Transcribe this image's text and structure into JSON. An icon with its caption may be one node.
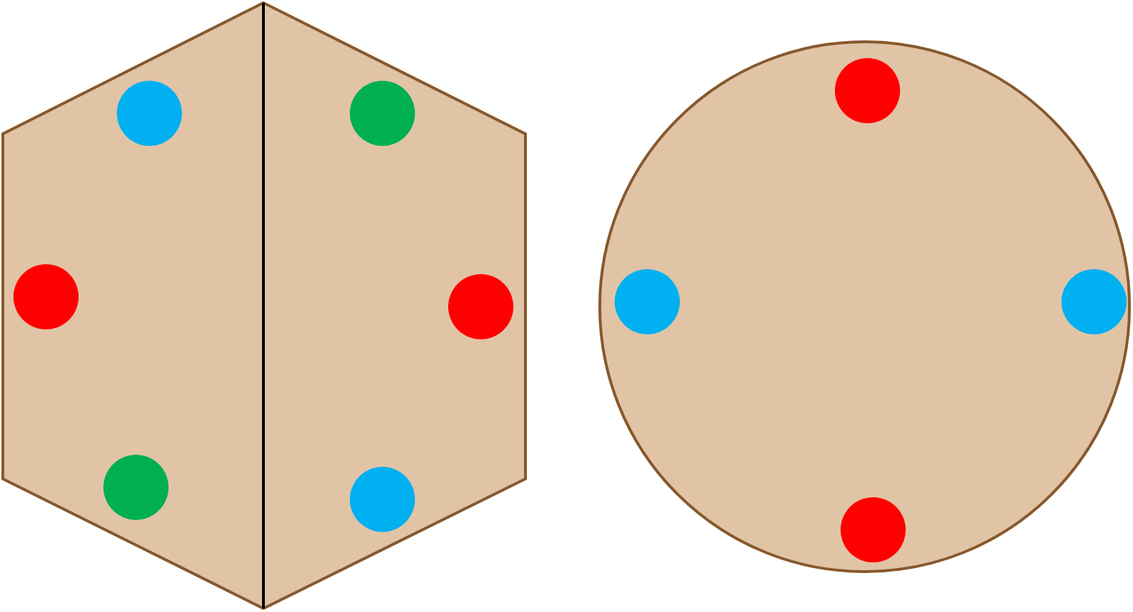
{
  "diagram": {
    "nodes": [
      {
        "text": [],
        "shape": "hexagon"
      },
      {
        "text": [],
        "shape": "circle",
        "in": 0
      },
      {
        "text": [],
        "shape": "circle",
        "in": 0
      },
      {
        "text": [],
        "shape": "circle",
        "in": 0
      },
      {
        "text": [],
        "shape": "circle",
        "in": 0
      },
      {
        "text": [],
        "shape": "circle",
        "in": 0
      },
      {
        "text": [],
        "shape": "circle",
        "in": 0
      },
      {
        "text": [],
        "shape": "circle"
      },
      {
        "text": [],
        "shape": "circle",
        "in": 7
      },
      {
        "text": [],
        "shape": "circle",
        "in": 7
      },
      {
        "text": [],
        "shape": "circle",
        "in": 7
      },
      {
        "text": [],
        "shape": "circle",
        "in": 7
      }
    ]
  }
}
